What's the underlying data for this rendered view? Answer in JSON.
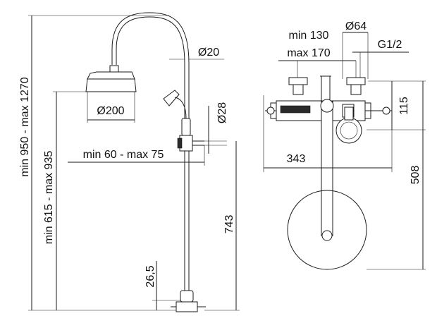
{
  "left_view": {
    "total_height": "min 950 - max 1270",
    "arm_height": "min 615 - max 935",
    "head_diameter": "Ø200",
    "pipe_diameter": "Ø20",
    "holder_diameter": "Ø28",
    "offset": "min 60 - max 75",
    "valve_height": "743",
    "inlet_height": "26,5"
  },
  "right_view": {
    "spacing": "min 130\nmax 170",
    "spacing_min": "min 130",
    "spacing_max": "max 170",
    "flange_diameter": "Ø64",
    "thread": "G1/2",
    "mixer_height": "115",
    "width": "343",
    "depth": "508"
  }
}
